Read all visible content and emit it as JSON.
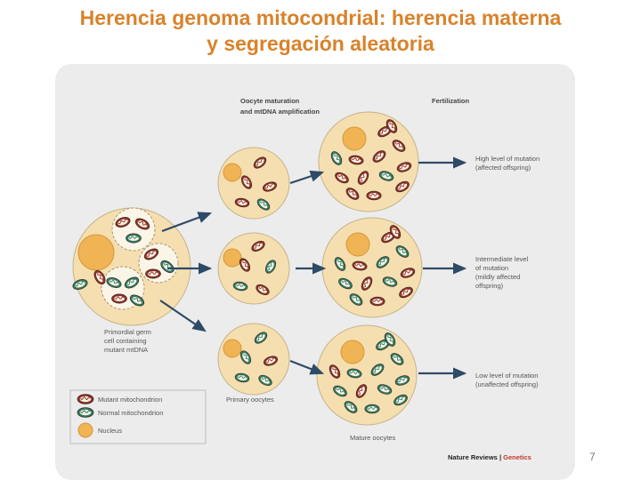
{
  "slide": {
    "title_line1": "Herencia genoma mitocondrial: herencia materna",
    "title_line2": "y segregación aleatoria",
    "page_number": "7"
  },
  "diagram": {
    "header_left_1": "Oocyte maturation",
    "header_left_2": "and mtDNA amplification",
    "header_right": "Fertilization",
    "germ_cell_label": [
      "Primordial germ",
      "cell containing",
      "mutant mtDNA"
    ],
    "primary_label": "Primary oocytes",
    "mature_label": "Mature oocytes",
    "high_label": [
      "High level of mutation",
      "(affected offspring)"
    ],
    "intermediate_label": [
      "Intermediate level",
      "of mutation",
      "(mildly affected",
      "offspring)"
    ],
    "low_label": [
      "Low level of mutation",
      "(unaffected offspring)"
    ],
    "legend": {
      "mutant": "Mutant mitochondrion",
      "normal": "Normal mitochondrion",
      "nucleus": "Nucleus"
    },
    "credit_left": "Nature Reviews",
    "credit_sep": " | ",
    "credit_right": "Genetics",
    "colors": {
      "cell": "#f5dfb0",
      "nucleus": "#f0b455",
      "mutant": "#8e3029",
      "normal": "#2f7a63",
      "title": "#d9822b",
      "arrow": "#2e4a66"
    }
  }
}
